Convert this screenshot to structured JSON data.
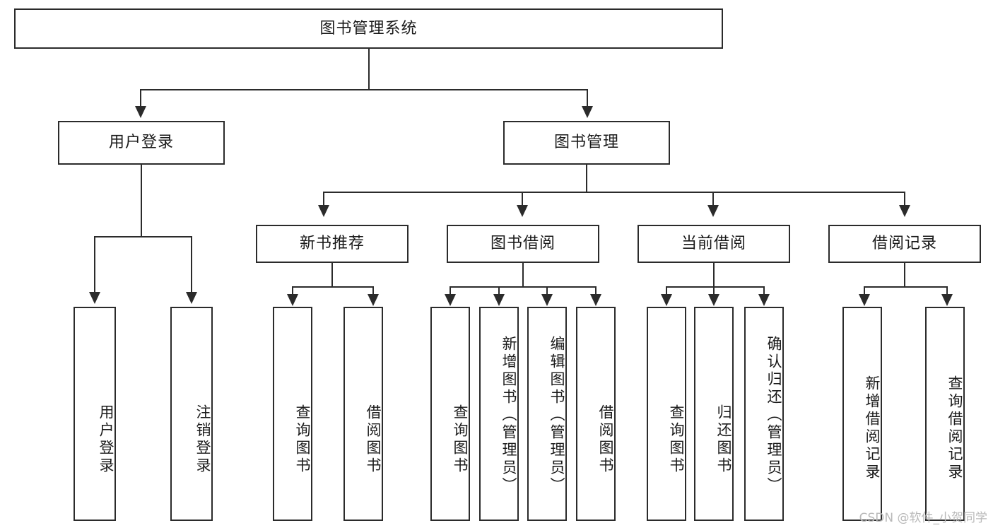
{
  "diagram": {
    "type": "tree-hierarchy",
    "title": "图书管理系统",
    "orientation": "top-down",
    "colors": {
      "box_border": "#2b2b2b",
      "box_fill": "#ffffff",
      "connector": "#2b2b2b",
      "text": "#1a1a1a",
      "watermark": "#b9b9b9",
      "background": "#ffffff"
    }
  },
  "root": {
    "label": "图书管理系统"
  },
  "level2": [
    {
      "label": "用户登录"
    },
    {
      "label": "图书管理"
    }
  ],
  "level3": [
    {
      "label": "新书推荐"
    },
    {
      "label": "图书借阅"
    },
    {
      "label": "当前借阅"
    },
    {
      "label": "借阅记录"
    }
  ],
  "leaves": {
    "user_login": [
      {
        "label": "用户登录"
      },
      {
        "label": "注销登录"
      }
    ],
    "new_book": [
      {
        "label": "查询图书"
      },
      {
        "label": "借阅图书"
      }
    ],
    "book_borrow": [
      {
        "label": "查询图书"
      },
      {
        "label": "新增图书（管理员）"
      },
      {
        "label": "编辑图书（管理员）"
      },
      {
        "label": "借阅图书"
      }
    ],
    "current_borrow": [
      {
        "label": "查询图书"
      },
      {
        "label": "归还图书"
      },
      {
        "label": "确认归还（管理员）"
      }
    ],
    "borrow_record": [
      {
        "label": "新增借阅记录"
      },
      {
        "label": "查询借阅记录"
      }
    ]
  },
  "watermark": {
    "text": "CSDN @软件_小贺同学"
  }
}
